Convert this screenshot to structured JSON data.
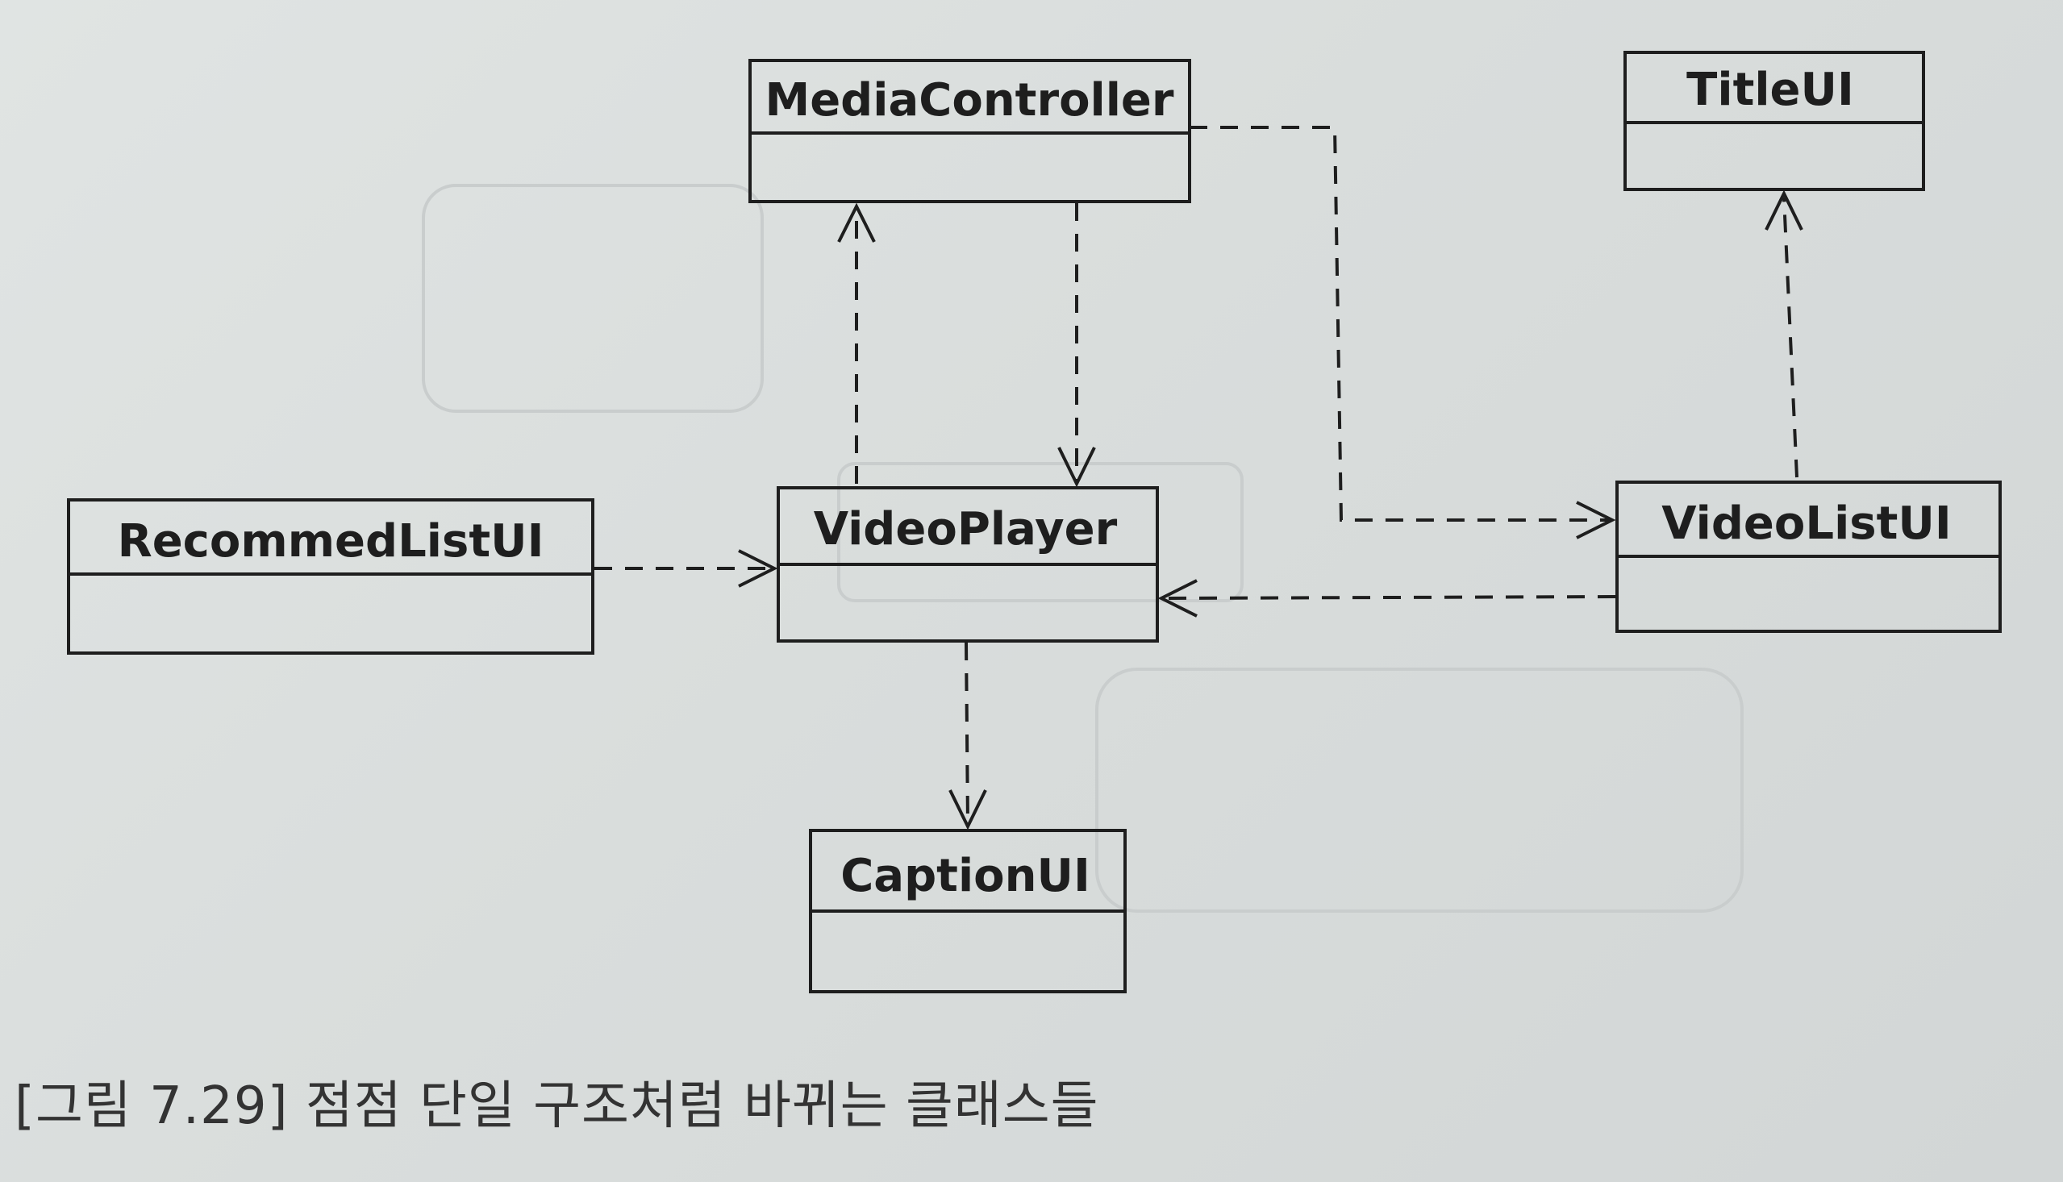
{
  "classes": {
    "media_controller": "MediaController",
    "title_ui": "TitleUI",
    "recommed_list_ui": "RecommedListUI",
    "video_player": "VideoPlayer",
    "video_list_ui": "VideoListUI",
    "caption_ui": "CaptionUI"
  },
  "caption": "[그림 7.29] 점점 단일 구조처럼 바뀌는 클래스들",
  "dependencies": [
    {
      "from": "MediaController",
      "to": "VideoPlayer"
    },
    {
      "from": "VideoPlayer",
      "to": "MediaController"
    },
    {
      "from": "MediaController",
      "to": "VideoListUI"
    },
    {
      "from": "VideoListUI",
      "to": "TitleUI"
    },
    {
      "from": "RecommedListUI",
      "to": "VideoPlayer"
    },
    {
      "from": "VideoListUI",
      "to": "VideoPlayer"
    },
    {
      "from": "VideoPlayer",
      "to": "CaptionUI"
    }
  ],
  "colors": {
    "ink": "#1e1e1e",
    "paper": "#dcdfdf",
    "caption_text": "#333333"
  }
}
